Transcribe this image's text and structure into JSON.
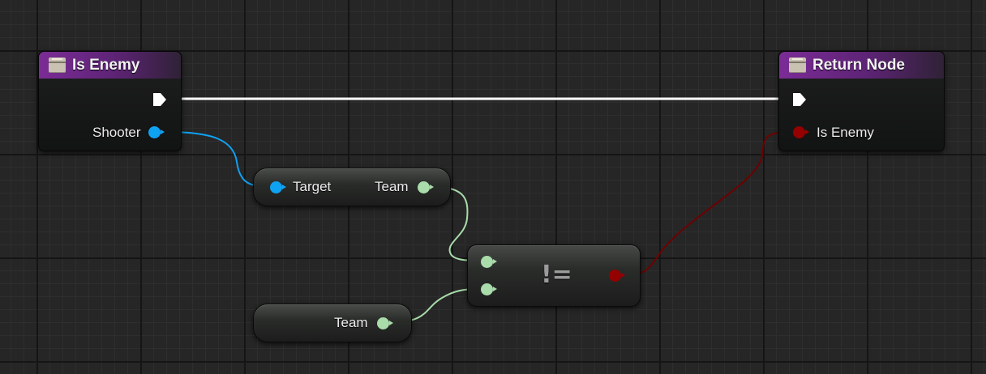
{
  "nodes": {
    "entry": {
      "title": "Is Enemy",
      "pin_shooter": "Shooter"
    },
    "return": {
      "title": "Return Node",
      "pin_is_enemy": "Is Enemy"
    },
    "get_team_target": {
      "pin_target": "Target",
      "pin_team": "Team"
    },
    "get_team_self": {
      "pin_team": "Team"
    },
    "not_equal": {
      "symbol": "!="
    }
  },
  "colors": {
    "graph_background": "#262626",
    "function_header": "#7b2c96",
    "exec_wire": "#ffffff",
    "object_pin": "#0fa1f2",
    "struct_pin": "#a9dcaa",
    "bool_pin": "#950000"
  },
  "icons": {
    "function_node": "function-icon",
    "exec_pin": "exec-arrow-icon"
  }
}
